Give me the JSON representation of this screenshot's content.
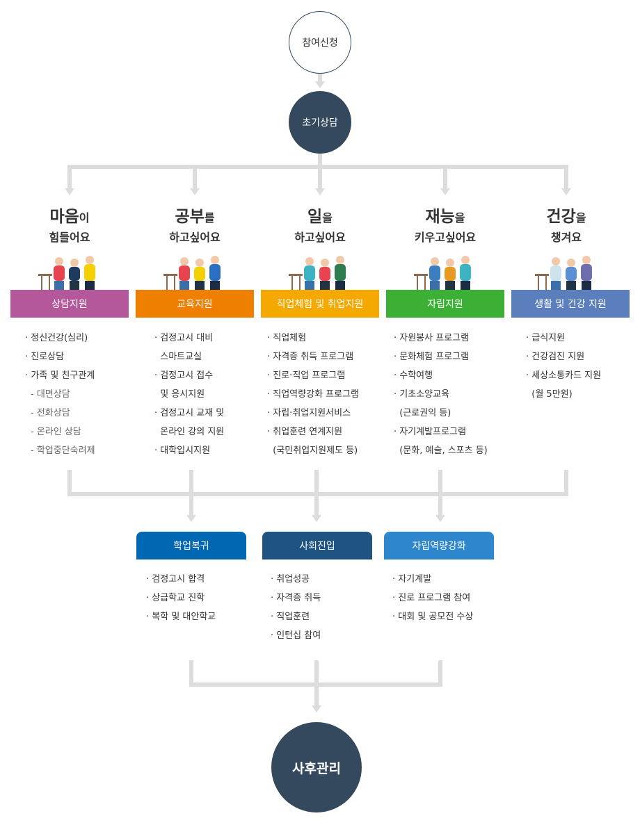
{
  "start": {
    "label": "참여신청"
  },
  "initial": {
    "label": "초기상담"
  },
  "columns": [
    {
      "title_main": "마음",
      "title_particle": "이",
      "title_sub": "힘들어요",
      "box_label": "상담지원",
      "color": "#b5579b",
      "items": [
        "· 정신건강(심리)",
        "· 진로상담",
        "· 가족 및 친구관계"
      ],
      "subitems": [
        "- 대면상담",
        "- 전화상담",
        "- 온라인 상담",
        "- 학업중단숙려제"
      ]
    },
    {
      "title_main": "공부",
      "title_particle": "를",
      "title_sub": "하고싶어요",
      "box_label": "교육지원",
      "color": "#ef7f00",
      "items": [
        "· 검정고시 대비\n  스마트교실",
        "· 검정고시 접수\n  및 응시지원",
        "· 검정고시 교재 및\n  온라인 강의 지원",
        "· 대학입시지원"
      ]
    },
    {
      "title_main": "일",
      "title_particle": "을",
      "title_sub": "하고싶어요",
      "box_label": "직업체험 및 취업지원",
      "color": "#f5a800",
      "items": [
        "· 직업체험",
        "· 자격증 취득 프로그램",
        "· 진로·직업 프로그램",
        "· 직업역량강화 프로그램",
        "· 자립·취업지원서비스",
        "· 취업훈련 연계지원\n  (국민취업지원제도 등)"
      ]
    },
    {
      "title_main": "재능",
      "title_particle": "을",
      "title_sub": "키우고싶어요",
      "box_label": "자립지원",
      "color": "#3bb034",
      "items": [
        "· 자원봉사 프로그램",
        "· 문화체험 프로그램",
        "· 수학여행",
        "· 기초소양교육\n  (근로권익 등)",
        "· 자기계발프로그램\n  (문화, 예술, 스포츠 등)"
      ]
    },
    {
      "title_main": "건강",
      "title_particle": "을",
      "title_sub": "챙겨요",
      "box_label": "생활 및 건강 지원",
      "color": "#5a7fbc",
      "items": [
        "· 급식지원",
        "· 건강검진 지원",
        "· 세상소통카드 지원\n  (월 5만원)"
      ]
    }
  ],
  "outcomes": [
    {
      "label": "학업복귀",
      "color": "#0067b3",
      "items": [
        "· 검정고시 합격",
        "· 상급학교 진학",
        "· 복학 및 대안학교"
      ]
    },
    {
      "label": "사회진입",
      "color": "#1f5482",
      "items": [
        "· 취업성공",
        "· 자격증 취득",
        "· 직업훈련",
        "· 인턴십 참여"
      ]
    },
    {
      "label": "자립역량강화",
      "color": "#2e86cc",
      "items": [
        "· 자기계발",
        "· 진로 프로그램 참여",
        "· 대회 및 공모전 수상"
      ]
    }
  ],
  "final": {
    "label": "사후관리"
  }
}
